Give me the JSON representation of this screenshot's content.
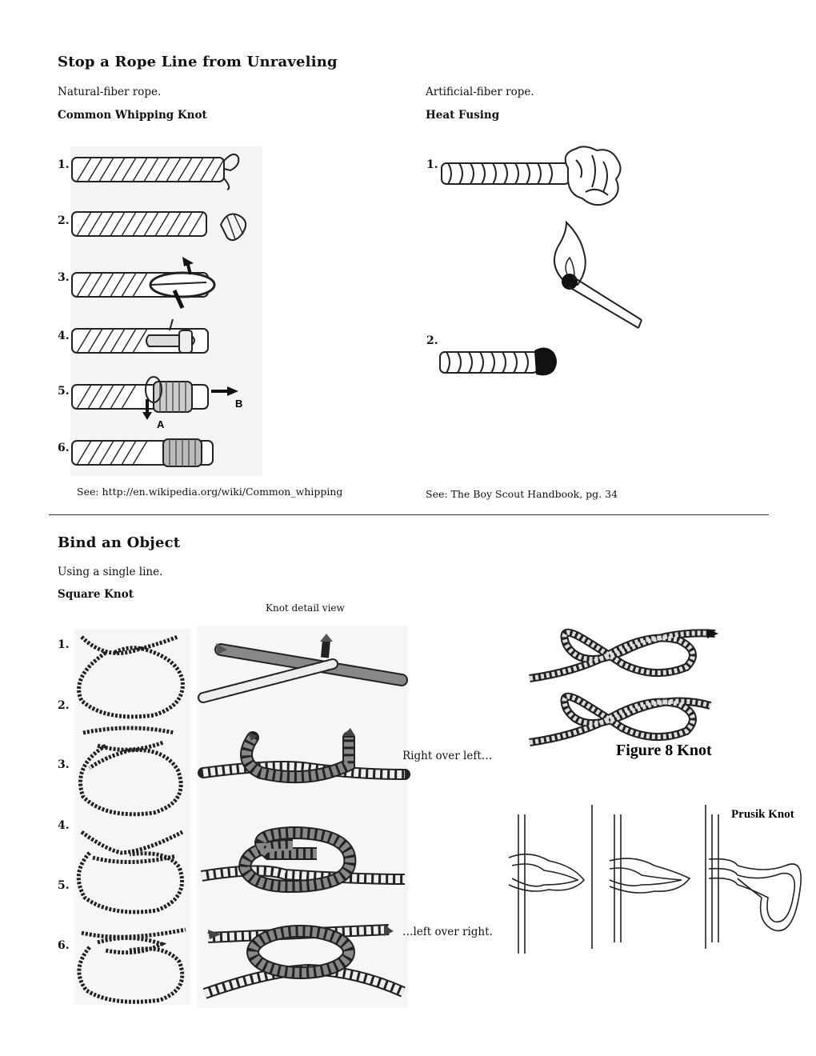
{
  "section1": {
    "title": "Stop a Rope Line from Unraveling",
    "left": {
      "subtitle": "Natural-fiber rope.",
      "method": "Common Whipping Knot",
      "steps": [
        "1.",
        "2.",
        "3.",
        "4.",
        "5.",
        "6."
      ],
      "arrow_labels": [
        "A",
        "B"
      ],
      "see": "See: http://en.wikipedia.org/wiki/Common_whipping"
    },
    "right": {
      "subtitle": "Artificial-fiber rope.",
      "method": "Heat  Fusing",
      "steps": [
        "1.",
        "2."
      ],
      "see": "See: The Boy Scout Handbook, pg. 34"
    }
  },
  "section2": {
    "title": "Bind an Object",
    "subtitle": "Using a single line.",
    "method": "Square Knot",
    "detail_label": "Knot detail view",
    "steps": [
      "1.",
      "2.",
      "3.",
      "4.",
      "5.",
      "6."
    ],
    "note_right_over_left": "Right over left…",
    "note_left_over_right": "…left over right.",
    "figure8_label": "Figure 8 Knot",
    "prusik_label": "Prusik Knot"
  }
}
